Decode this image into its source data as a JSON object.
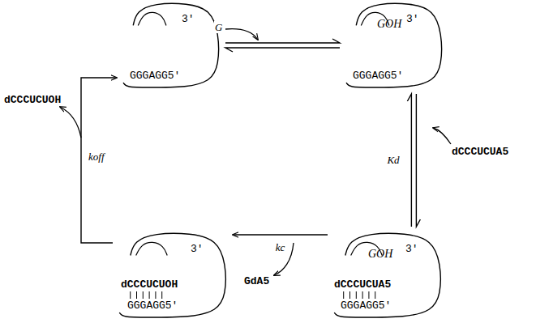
{
  "diagram": {
    "nodes": [
      {
        "text": [
          "3'",
          "GGGAGG5'"
        ]
      },
      {
        "text": [
          "GOH",
          "3'",
          "GGGAGG5'"
        ]
      },
      {
        "text": [
          "GOH",
          "3'",
          "dCCCUCUA5",
          "GGGAGG5'"
        ]
      },
      {
        "text": [
          "3'",
          "dCCCUCUOH",
          "GGGAGG5'"
        ]
      }
    ],
    "edges": [
      {
        "from": 0,
        "to": 1,
        "arrow": "both"
      },
      {
        "from": 1,
        "to": 2,
        "label": "Kd",
        "arrow": "both"
      },
      {
        "from": 2,
        "to": 3,
        "label": "kc",
        "arrow": "to"
      },
      {
        "from": 3,
        "to": 0,
        "label": "koff",
        "arrow": "to"
      }
    ],
    "labels": [
      "G",
      "dCCCUCUA5",
      "GdA5",
      "dCCCUCUOH"
    ]
  }
}
